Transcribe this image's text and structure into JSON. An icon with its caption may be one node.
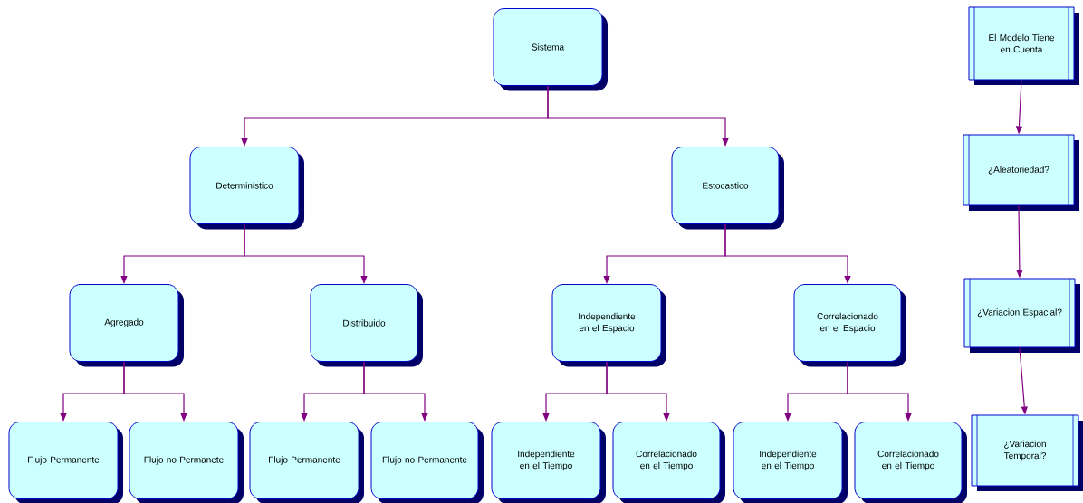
{
  "diagram": {
    "nodes": [
      {
        "text": [
          "Sistema"
        ]
      },
      {
        "text": [
          "Deterministico"
        ]
      },
      {
        "text": [
          "Estocastico"
        ]
      },
      {
        "text": [
          "Agregado"
        ]
      },
      {
        "text": [
          "Distribuido"
        ]
      },
      {
        "text": [
          "Independiente en el Espacio"
        ]
      },
      {
        "text": [
          "Correlacionado en el Espacio"
        ]
      },
      {
        "text": [
          "Flujo Permanente"
        ]
      },
      {
        "text": [
          "Flujo no Permanete"
        ]
      },
      {
        "text": [
          "Flujo Permanente"
        ]
      },
      {
        "text": [
          "Flujo no Permanente"
        ]
      },
      {
        "text": [
          "Independiente en el Tiempo"
        ]
      },
      {
        "text": [
          "Correlacionado en el Tiempo"
        ]
      },
      {
        "text": [
          "Independiente en el Tiempo"
        ]
      },
      {
        "text": [
          "Correlacionado en el Tiempo"
        ]
      },
      {
        "text": [
          "El Modelo Tiene en Cuenta"
        ]
      },
      {
        "text": [
          "¿Aleatoriedad?"
        ]
      },
      {
        "text": [
          "¿Variacion Espacial?"
        ]
      },
      {
        "text": [
          "¿Variacion Temporal?"
        ]
      }
    ],
    "edges": [
      {
        "from": 0,
        "to": 1,
        "arrow": "to"
      },
      {
        "from": 0,
        "to": 2,
        "arrow": "to"
      },
      {
        "from": 1,
        "to": 3,
        "arrow": "to"
      },
      {
        "from": 1,
        "to": 4,
        "arrow": "to"
      },
      {
        "from": 2,
        "to": 5,
        "arrow": "to"
      },
      {
        "from": 2,
        "to": 6,
        "arrow": "to"
      },
      {
        "from": 3,
        "to": 7,
        "arrow": "to"
      },
      {
        "from": 3,
        "to": 8,
        "arrow": "to"
      },
      {
        "from": 4,
        "to": 9,
        "arrow": "to"
      },
      {
        "from": 4,
        "to": 10,
        "arrow": "to"
      },
      {
        "from": 5,
        "to": 11,
        "arrow": "to"
      },
      {
        "from": 5,
        "to": 12,
        "arrow": "to"
      },
      {
        "from": 6,
        "to": 13,
        "arrow": "to"
      },
      {
        "from": 6,
        "to": 14,
        "arrow": "to"
      },
      {
        "from": 15,
        "to": 16,
        "arrow": "to"
      },
      {
        "from": 16,
        "to": 17,
        "arrow": "to"
      },
      {
        "from": 17,
        "to": 18,
        "arrow": "to"
      }
    ]
  }
}
